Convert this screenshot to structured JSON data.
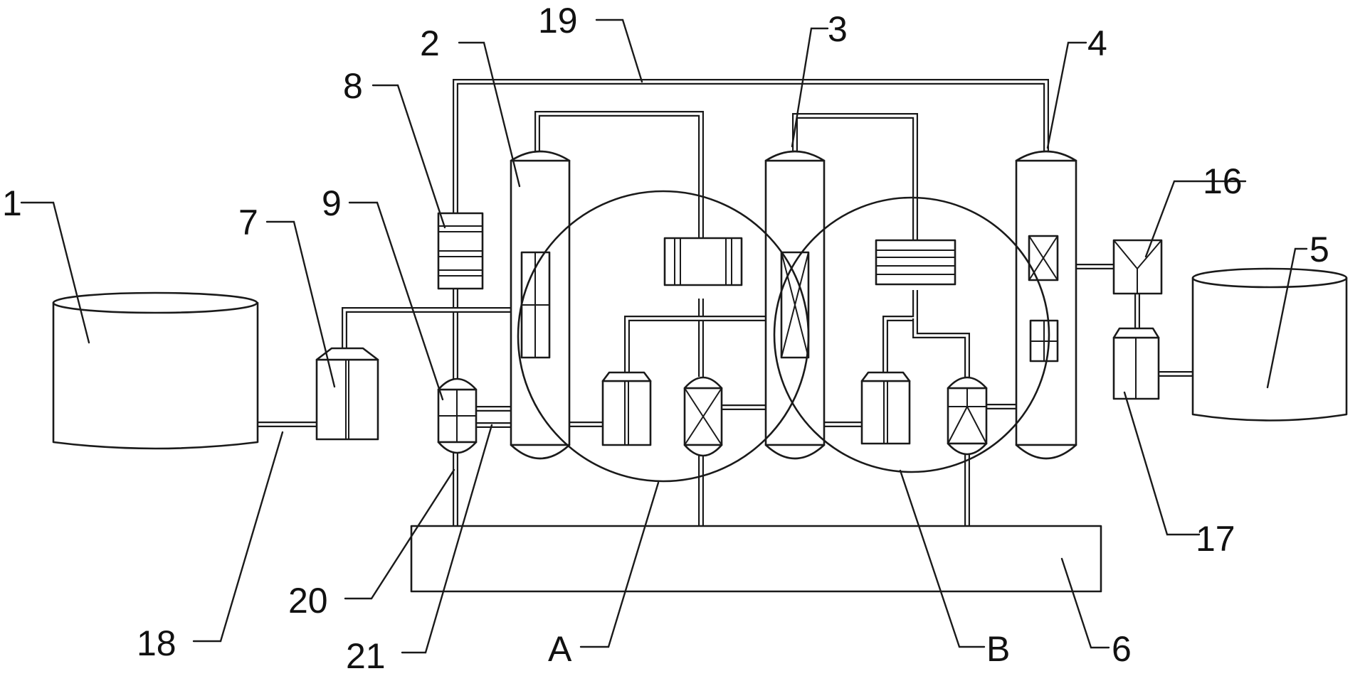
{
  "labels": {
    "n1": "1",
    "n2": "2",
    "n3": "3",
    "n4": "4",
    "n5": "5",
    "n6": "6",
    "n7": "7",
    "n8": "8",
    "n9": "9",
    "n16": "16",
    "n17": "17",
    "n18": "18",
    "n19": "19",
    "n20": "20",
    "n21": "21",
    "nA": "A",
    "nB": "B"
  }
}
